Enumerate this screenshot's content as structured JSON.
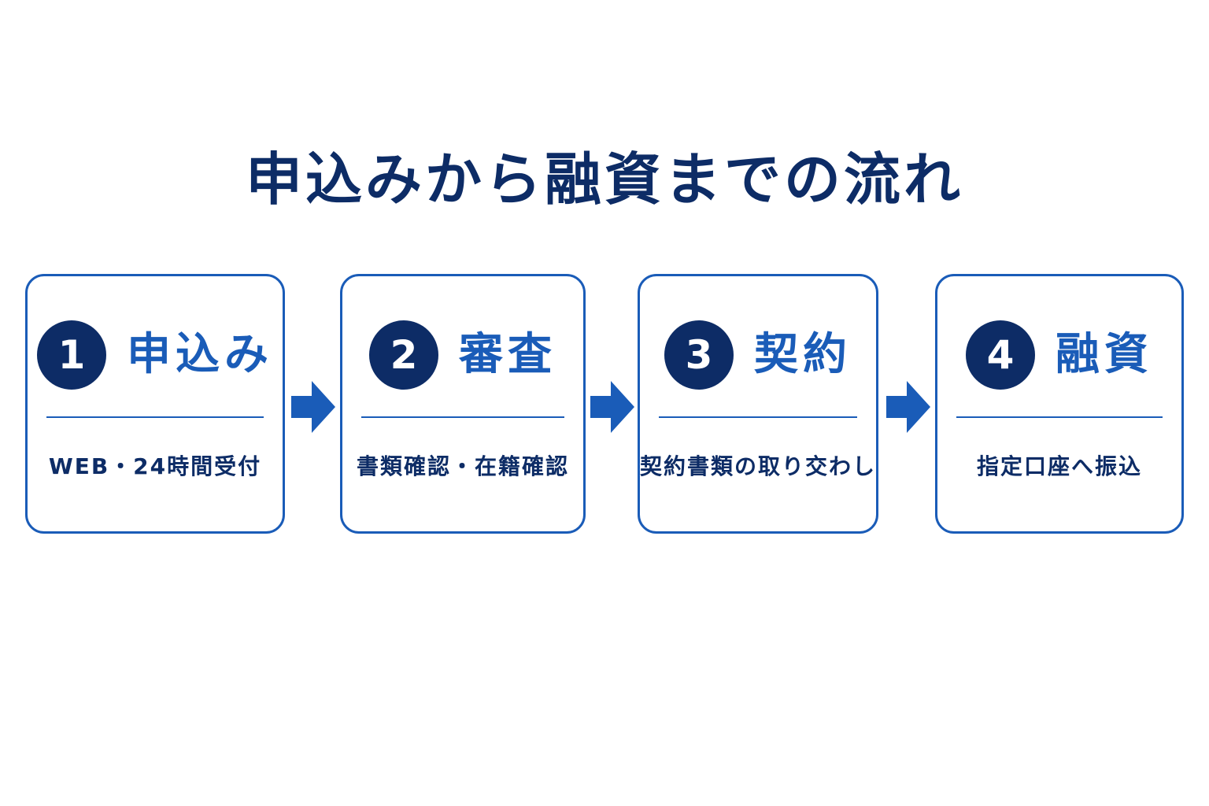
{
  "title": "申込みから融資までの流れ",
  "colors": {
    "title": "#0d2c66",
    "card_border": "#1a5cb8",
    "badge_fill": "#0d2c66",
    "step_title": "#1a5cb8",
    "rule": "#1a5cb8",
    "desc": "#0d2c66",
    "arrow": "#1a5cb8"
  },
  "steps": [
    {
      "number": "1",
      "title": "申込み",
      "description": "WEB・24時間受付"
    },
    {
      "number": "2",
      "title": "審査",
      "description": "書類確認・在籍確認"
    },
    {
      "number": "3",
      "title": "契約",
      "description": "契約書類の取り交わし"
    },
    {
      "number": "4",
      "title": "融資",
      "description": "指定口座へ振込"
    }
  ],
  "arrows": [
    {
      "icon": "right-arrow-icon"
    },
    {
      "icon": "right-arrow-icon"
    },
    {
      "icon": "right-arrow-icon"
    }
  ]
}
